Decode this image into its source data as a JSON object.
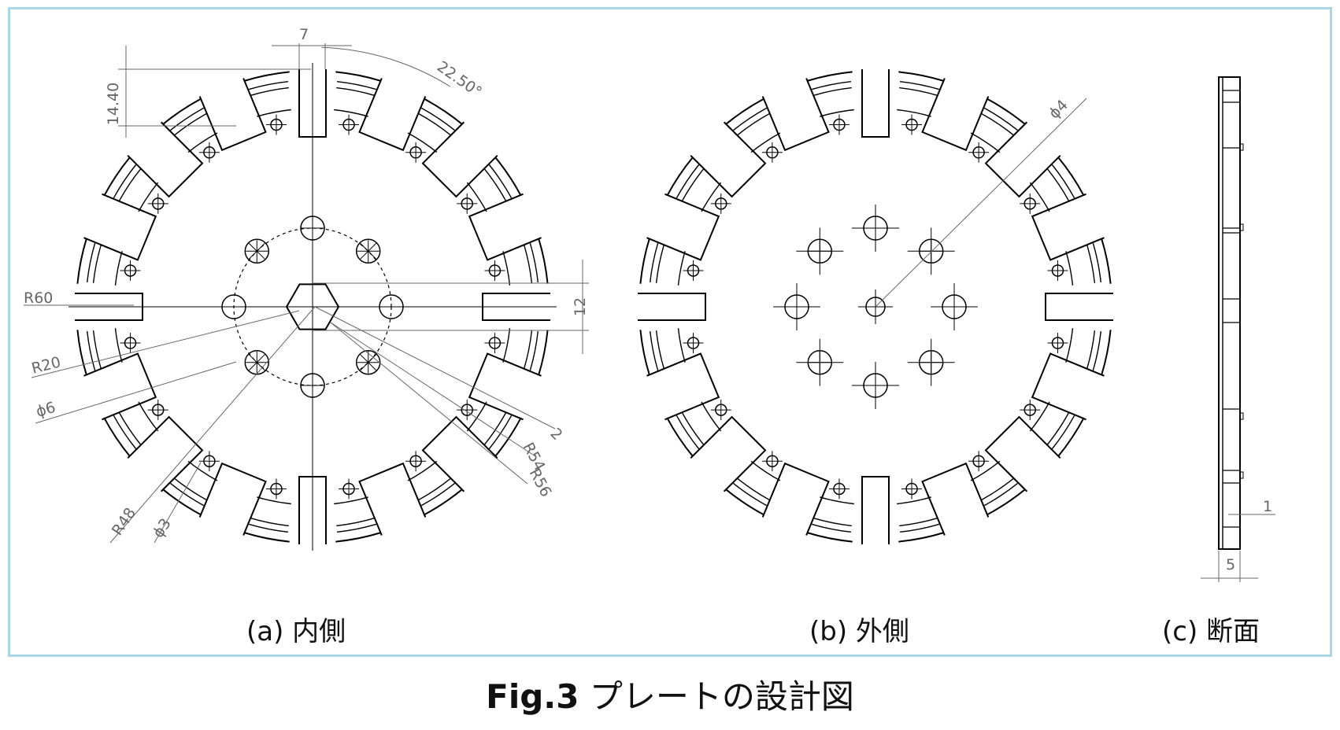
{
  "figure": {
    "number": "Fig.3",
    "title": "プレートの設計図"
  },
  "captions": {
    "a": "(a) 内側",
    "b": "(b) 外側",
    "c": "(c) 断面"
  },
  "dimensions": {
    "slot_width": "7",
    "slot_depth": "14.40",
    "angle": "22.50°",
    "r60": "R60",
    "r20": "R20",
    "phi6": "ϕ6",
    "hex": "12",
    "two": "2",
    "r54": "R54",
    "r56": "R56",
    "r48": "R48",
    "phi3": "ϕ3",
    "phi4": "ϕ4",
    "one": "1",
    "five": "5"
  },
  "colors": {
    "frame": "#a9d7e6",
    "line": "#000000",
    "dim": "#666666"
  }
}
